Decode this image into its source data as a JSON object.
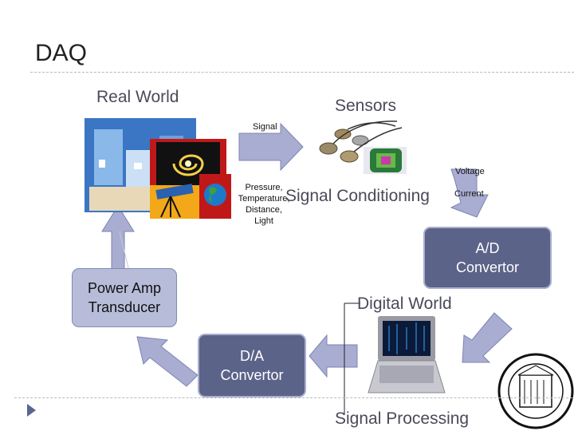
{
  "title": "DAQ",
  "labels": {
    "real_world": "Real World",
    "sensors": "Sensors",
    "signal": "Signal",
    "voltage": "Voltage",
    "current": "Current",
    "signal_conditioning": "Signal Conditioning",
    "measurands": [
      "Pressure,",
      "Temperature,",
      "Distance,",
      "Light"
    ],
    "digital_world": "Digital World",
    "signal_processing": "Signal Processing"
  },
  "boxes": {
    "ad_convertor": [
      "A/D",
      "Convertor"
    ],
    "power_amp": [
      "Power Amp",
      "Transducer"
    ],
    "da_convertor": [
      "D/A",
      "Convertor"
    ]
  },
  "colors": {
    "arrow_fill": "#a9add2",
    "arrow_stroke": "#7e84b2",
    "box_dark": "#5b6389",
    "box_light": "#b7bdd9"
  },
  "icons": [
    "city-clipart-icon",
    "galaxy-icon",
    "telescope-icon",
    "globe-icon",
    "sensor-probes-icon",
    "microchip-icon",
    "laptop-icon",
    "university-seal-icon"
  ]
}
